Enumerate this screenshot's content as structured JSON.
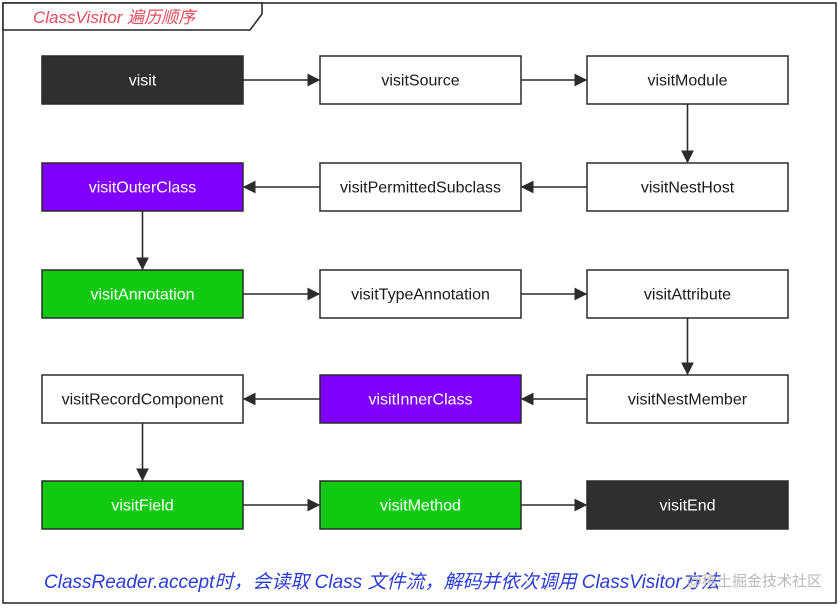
{
  "title": "ClassVisitor 遍历顺序",
  "caption": "ClassReader.accept时，会读取 Class 文件流，解码并依次调用 ClassVisitor方法",
  "watermark": "@稀土掘金技术社区",
  "colors": {
    "dark": "#2f2f2f",
    "purple": "#7f00ff",
    "green": "#12c912",
    "white": "#ffffff",
    "title": "#e64b5c",
    "caption": "#2a3cd6"
  },
  "nodes": [
    {
      "id": "visit",
      "label": "visit",
      "style": "dark"
    },
    {
      "id": "visitSource",
      "label": "visitSource",
      "style": "white"
    },
    {
      "id": "visitModule",
      "label": "visitModule",
      "style": "white"
    },
    {
      "id": "visitNestHost",
      "label": "visitNestHost",
      "style": "white"
    },
    {
      "id": "visitPermittedSubclass",
      "label": "visitPermittedSubclass",
      "style": "white"
    },
    {
      "id": "visitOuterClass",
      "label": "visitOuterClass",
      "style": "purple"
    },
    {
      "id": "visitAnnotation",
      "label": "visitAnnotation",
      "style": "green"
    },
    {
      "id": "visitTypeAnnotation",
      "label": "visitTypeAnnotation",
      "style": "white"
    },
    {
      "id": "visitAttribute",
      "label": "visitAttribute",
      "style": "white"
    },
    {
      "id": "visitNestMember",
      "label": "visitNestMember",
      "style": "white"
    },
    {
      "id": "visitInnerClass",
      "label": "visitInnerClass",
      "style": "purple"
    },
    {
      "id": "visitRecordComponent",
      "label": "visitRecordComponent",
      "style": "white"
    },
    {
      "id": "visitField",
      "label": "visitField",
      "style": "green"
    },
    {
      "id": "visitMethod",
      "label": "visitMethod",
      "style": "green"
    },
    {
      "id": "visitEnd",
      "label": "visitEnd",
      "style": "dark"
    }
  ],
  "edges": [
    [
      "visit",
      "visitSource"
    ],
    [
      "visitSource",
      "visitModule"
    ],
    [
      "visitModule",
      "visitNestHost"
    ],
    [
      "visitNestHost",
      "visitPermittedSubclass"
    ],
    [
      "visitPermittedSubclass",
      "visitOuterClass"
    ],
    [
      "visitOuterClass",
      "visitAnnotation"
    ],
    [
      "visitAnnotation",
      "visitTypeAnnotation"
    ],
    [
      "visitTypeAnnotation",
      "visitAttribute"
    ],
    [
      "visitAttribute",
      "visitNestMember"
    ],
    [
      "visitNestMember",
      "visitInnerClass"
    ],
    [
      "visitInnerClass",
      "visitRecordComponent"
    ],
    [
      "visitRecordComponent",
      "visitField"
    ],
    [
      "visitField",
      "visitMethod"
    ],
    [
      "visitMethod",
      "visitEnd"
    ]
  ]
}
